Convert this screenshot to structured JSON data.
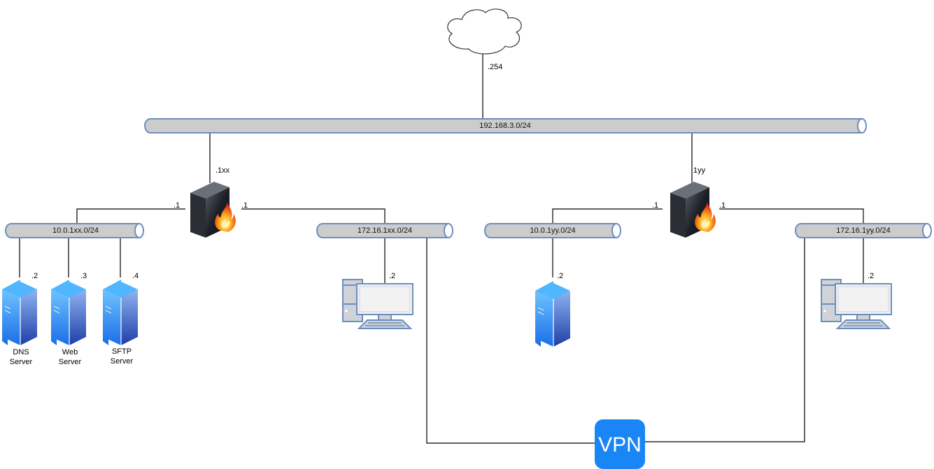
{
  "diagram": {
    "internet": {
      "icon": "cloud-icon",
      "ip": ".254"
    },
    "wan": {
      "subnet": "192.168.3.0/24"
    },
    "firewalls": [
      {
        "name": "firewall-xx",
        "icon": "firewall-icon",
        "wan_ip": ".1xx",
        "lan_ip": ".1",
        "dmz_ip": ".1"
      },
      {
        "name": "firewall-yy",
        "icon": "firewall-icon",
        "wan_ip": "1yy",
        "lan_ip": ".1",
        "dmz_ip": ".1"
      }
    ],
    "networks": [
      {
        "subnet": "10.0.1xx.0/24"
      },
      {
        "subnet": "172.16.1xx.0/24"
      },
      {
        "subnet": "10.0.1yy.0/24"
      },
      {
        "subnet": "172.16.1yy.0/24"
      }
    ],
    "servers": [
      {
        "ip": ".2",
        "label1": "DNS",
        "label2": "Server"
      },
      {
        "ip": ".3",
        "label1": "Web",
        "label2": "Server"
      },
      {
        "ip": ".4",
        "label1": "SFTP",
        "label2": "Server"
      },
      {
        "ip": ".2",
        "label1": "",
        "label2": ""
      }
    ],
    "workstations": [
      {
        "ip": ".2"
      },
      {
        "ip": ".2"
      }
    ],
    "vpn": {
      "label": "VPN",
      "color": "#1a86f5"
    },
    "colors": {
      "pipe_fill": "#cccccc",
      "pipe_stroke": "#6c8ebf",
      "line": "#000000"
    }
  }
}
